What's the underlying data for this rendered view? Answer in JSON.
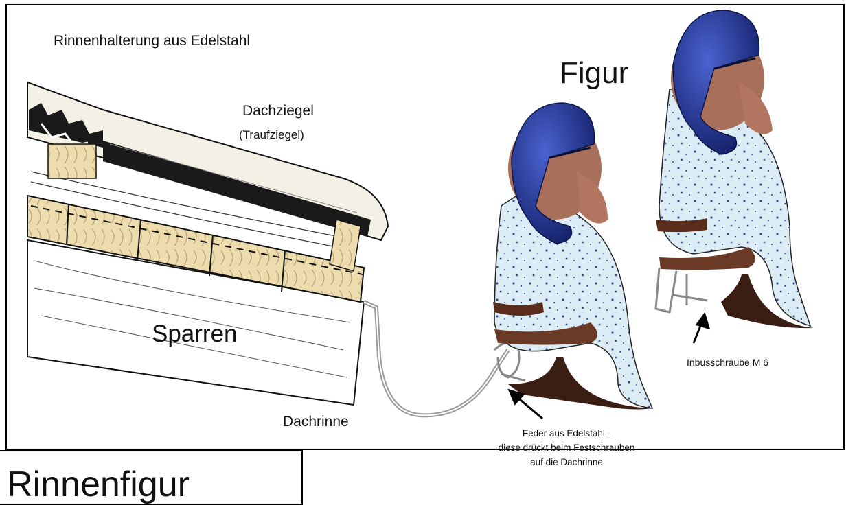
{
  "labels": {
    "title_top": "Rinnenhalterung aus Edelstahl",
    "figur": "Figur",
    "dachziegel": "Dachziegel",
    "traufziegel": "(Traufziegel)",
    "sparren": "Sparren",
    "dachrinne": "Dachrinne",
    "inbusschraube": "Inbusschraube M 6",
    "feder_line1": "Feder aus Edelstahl -",
    "feder_line2": "diese drückt beim Festschrauben",
    "feder_line3": "auf die Dachrinne"
  },
  "caption": "Rinnenfigur",
  "colors": {
    "cap": "#1e2f8c",
    "skin": "#a8705a",
    "body": "#dfeef6",
    "wood": "#e9d8a8",
    "belt": "#5a2c1c"
  }
}
